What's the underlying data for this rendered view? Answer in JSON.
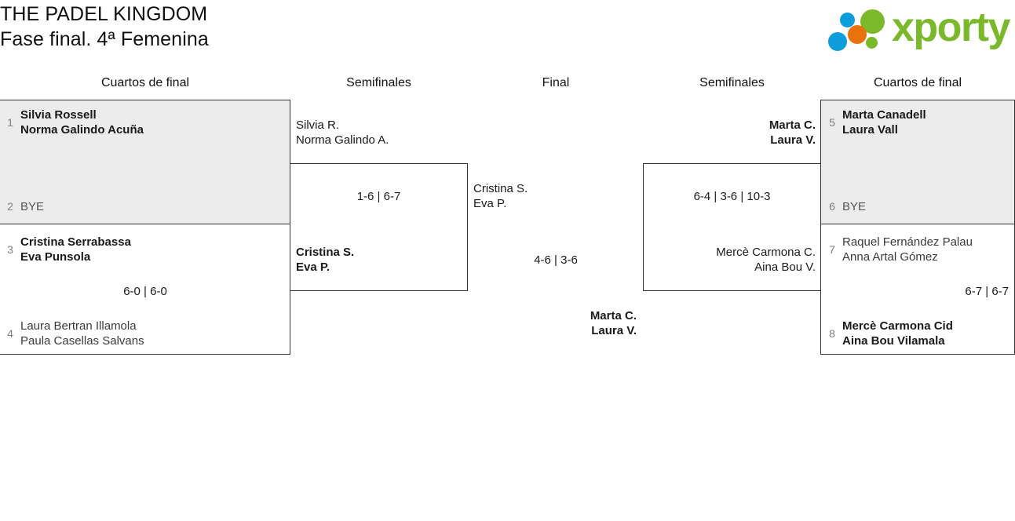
{
  "header": {
    "tournament_name": "THE PADEL KINGDOM",
    "phase": "Fase final. 4ª Femenina",
    "logo_text": "xporty",
    "logo_colors": {
      "green": "#7ab929",
      "blue": "#0d9ddb",
      "orange": "#e8720c"
    }
  },
  "rounds": [
    {
      "label": "Cuartos de final",
      "side": "left"
    },
    {
      "label": "Semifinales",
      "side": "left"
    },
    {
      "label": "Final",
      "side": "center"
    },
    {
      "label": "Semifinales",
      "side": "right"
    },
    {
      "label": "Cuartos de final",
      "side": "right"
    }
  ],
  "quarterfinals_left": [
    {
      "seed": "1",
      "player1": "Silvia Rossell",
      "player2": "Norma Galindo Acuña",
      "winner": true
    },
    {
      "seed": "2",
      "player1": "BYE",
      "player2": "",
      "winner": false
    },
    {
      "seed": "3",
      "player1": "Cristina Serrabassa",
      "player2": "Eva Punsola",
      "winner": true
    },
    {
      "seed": "4",
      "player1": "Laura Bertran Illamola",
      "player2": "Paula Casellas Salvans",
      "winner": false
    }
  ],
  "quarterfinals_left_scores": {
    "match_1_2": "",
    "match_3_4": "6-0 | 6-0"
  },
  "quarterfinals_right": [
    {
      "seed": "5",
      "player1": "Marta Canadell",
      "player2": "Laura Vall",
      "winner": true
    },
    {
      "seed": "6",
      "player1": "BYE",
      "player2": "",
      "winner": false
    },
    {
      "seed": "7",
      "player1": "Raquel Fernández Palau",
      "player2": "Anna Artal Gómez",
      "winner": false
    },
    {
      "seed": "8",
      "player1": "Mercè Carmona Cid",
      "player2": "Aina Bou Vilamala",
      "winner": true
    }
  ],
  "quarterfinals_right_scores": {
    "match_5_6": "",
    "match_7_8": "6-7 | 6-7"
  },
  "semifinal_left": {
    "top": {
      "player1": "Silvia R.",
      "player2": "Norma Galindo A.",
      "winner": false
    },
    "bottom": {
      "player1": "Cristina S.",
      "player2": "Eva P.",
      "winner": true
    },
    "score": "1-6 | 6-7"
  },
  "semifinal_right": {
    "top": {
      "player1": "Marta C.",
      "player2": "Laura V.",
      "winner": true
    },
    "bottom": {
      "player1": "Mercè Carmona C.",
      "player2": "Aina Bou V.",
      "winner": false
    },
    "score": "6-4 | 3-6 | 10-3"
  },
  "final": {
    "top": {
      "player1": "Cristina S.",
      "player2": "Eva P.",
      "winner": false
    },
    "bottom": {
      "player1": "Marta C.",
      "player2": "Laura V.",
      "winner": true
    },
    "score": "4-6 | 3-6"
  }
}
